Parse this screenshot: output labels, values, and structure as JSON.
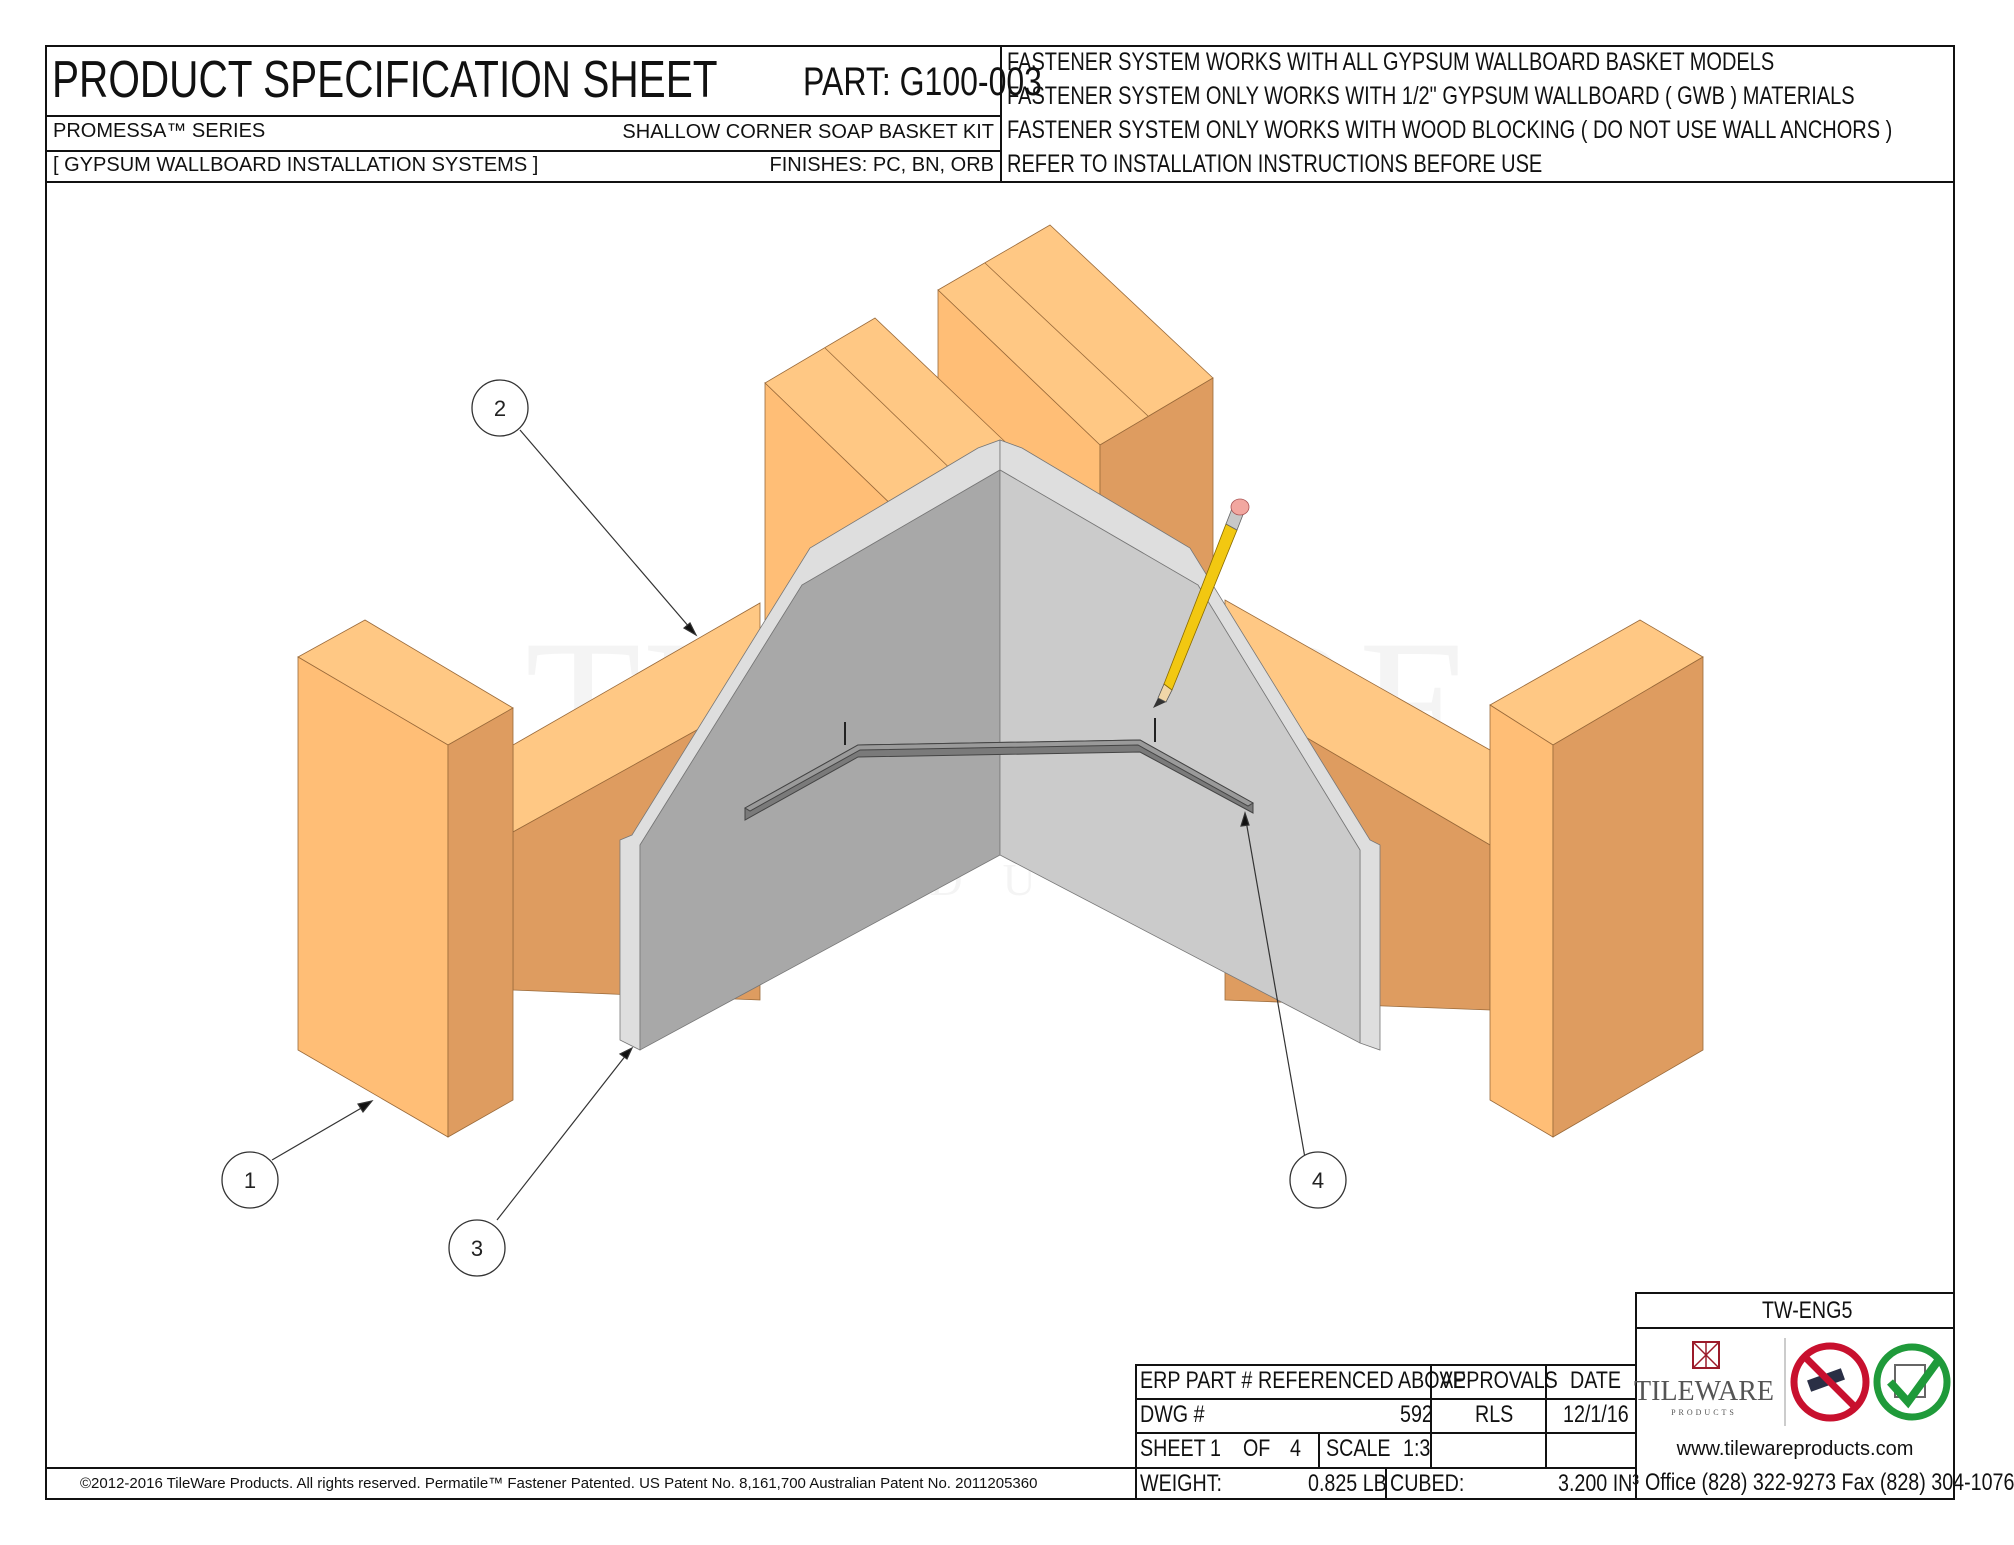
{
  "header": {
    "title": "PRODUCT SPECIFICATION SHEET",
    "part": "PART:  G100-003",
    "series": "PROMESSA™ SERIES",
    "kit_name": "SHALLOW CORNER SOAP BASKET KIT",
    "category": "[ GYPSUM WALLBOARD INSTALLATION SYSTEMS ]",
    "finishes": "FINISHES:  PC, BN, ORB",
    "notes": [
      "FASTENER SYSTEM WORKS WITH ALL GYPSUM WALLBOARD BASKET MODELS",
      "FASTENER SYSTEM ONLY WORKS WITH 1/2\" GYPSUM WALLBOARD ( GWB ) MATERIALS",
      "FASTENER SYSTEM ONLY WORKS WITH WOOD BLOCKING ( DO NOT USE WALL ANCHORS )",
      "REFER TO INSTALLATION INSTRUCTIONS BEFORE USE"
    ]
  },
  "drawing": {
    "callouts": [
      "1",
      "2",
      "3",
      "4"
    ],
    "watermark": "TILEWARE",
    "watermark_sub": "PRODUCTS",
    "colors": {
      "wood_light": "#FFBE76",
      "wood_top": "#FFC884",
      "wood_dark": "#DE9C60",
      "board_left": "#A8A8A8",
      "board_right": "#CBCBCB",
      "board_edge": "#DEDEDE",
      "pencil": "#F2C811"
    }
  },
  "title_block": {
    "erp_label": "ERP PART #",
    "erp_value": "REFERENCED ABOVE",
    "approvals_label": "APPROVALS",
    "date_label": "DATE",
    "dwg_label": "DWG #",
    "dwg_value": "592",
    "approver": "RLS",
    "date": "12/1/16",
    "sheet_label": "SHEET",
    "sheet_num": "1",
    "of_label": "OF",
    "sheet_total": "4",
    "scale_label": "SCALE",
    "scale_value": "1:3",
    "weight_label": "WEIGHT:",
    "weight_value": "0.825  LB",
    "cubed_label": "CUBED:",
    "cubed_value": "3.200  IN³"
  },
  "brand": {
    "doc_code": "TW-ENG5",
    "logo_text": "TILEWARE",
    "logo_sub": "PRODUCTS",
    "website": "www.tilewareproducts.com",
    "contact": "Office (828) 322-9273  Fax (828) 304-1076"
  },
  "footer": {
    "copyright": "©2012-2016 TileWare Products. All rights reserved. Permatile™ Fastener Patented. US Patent No. 8,161,700 Australian Patent No. 2011205360"
  }
}
